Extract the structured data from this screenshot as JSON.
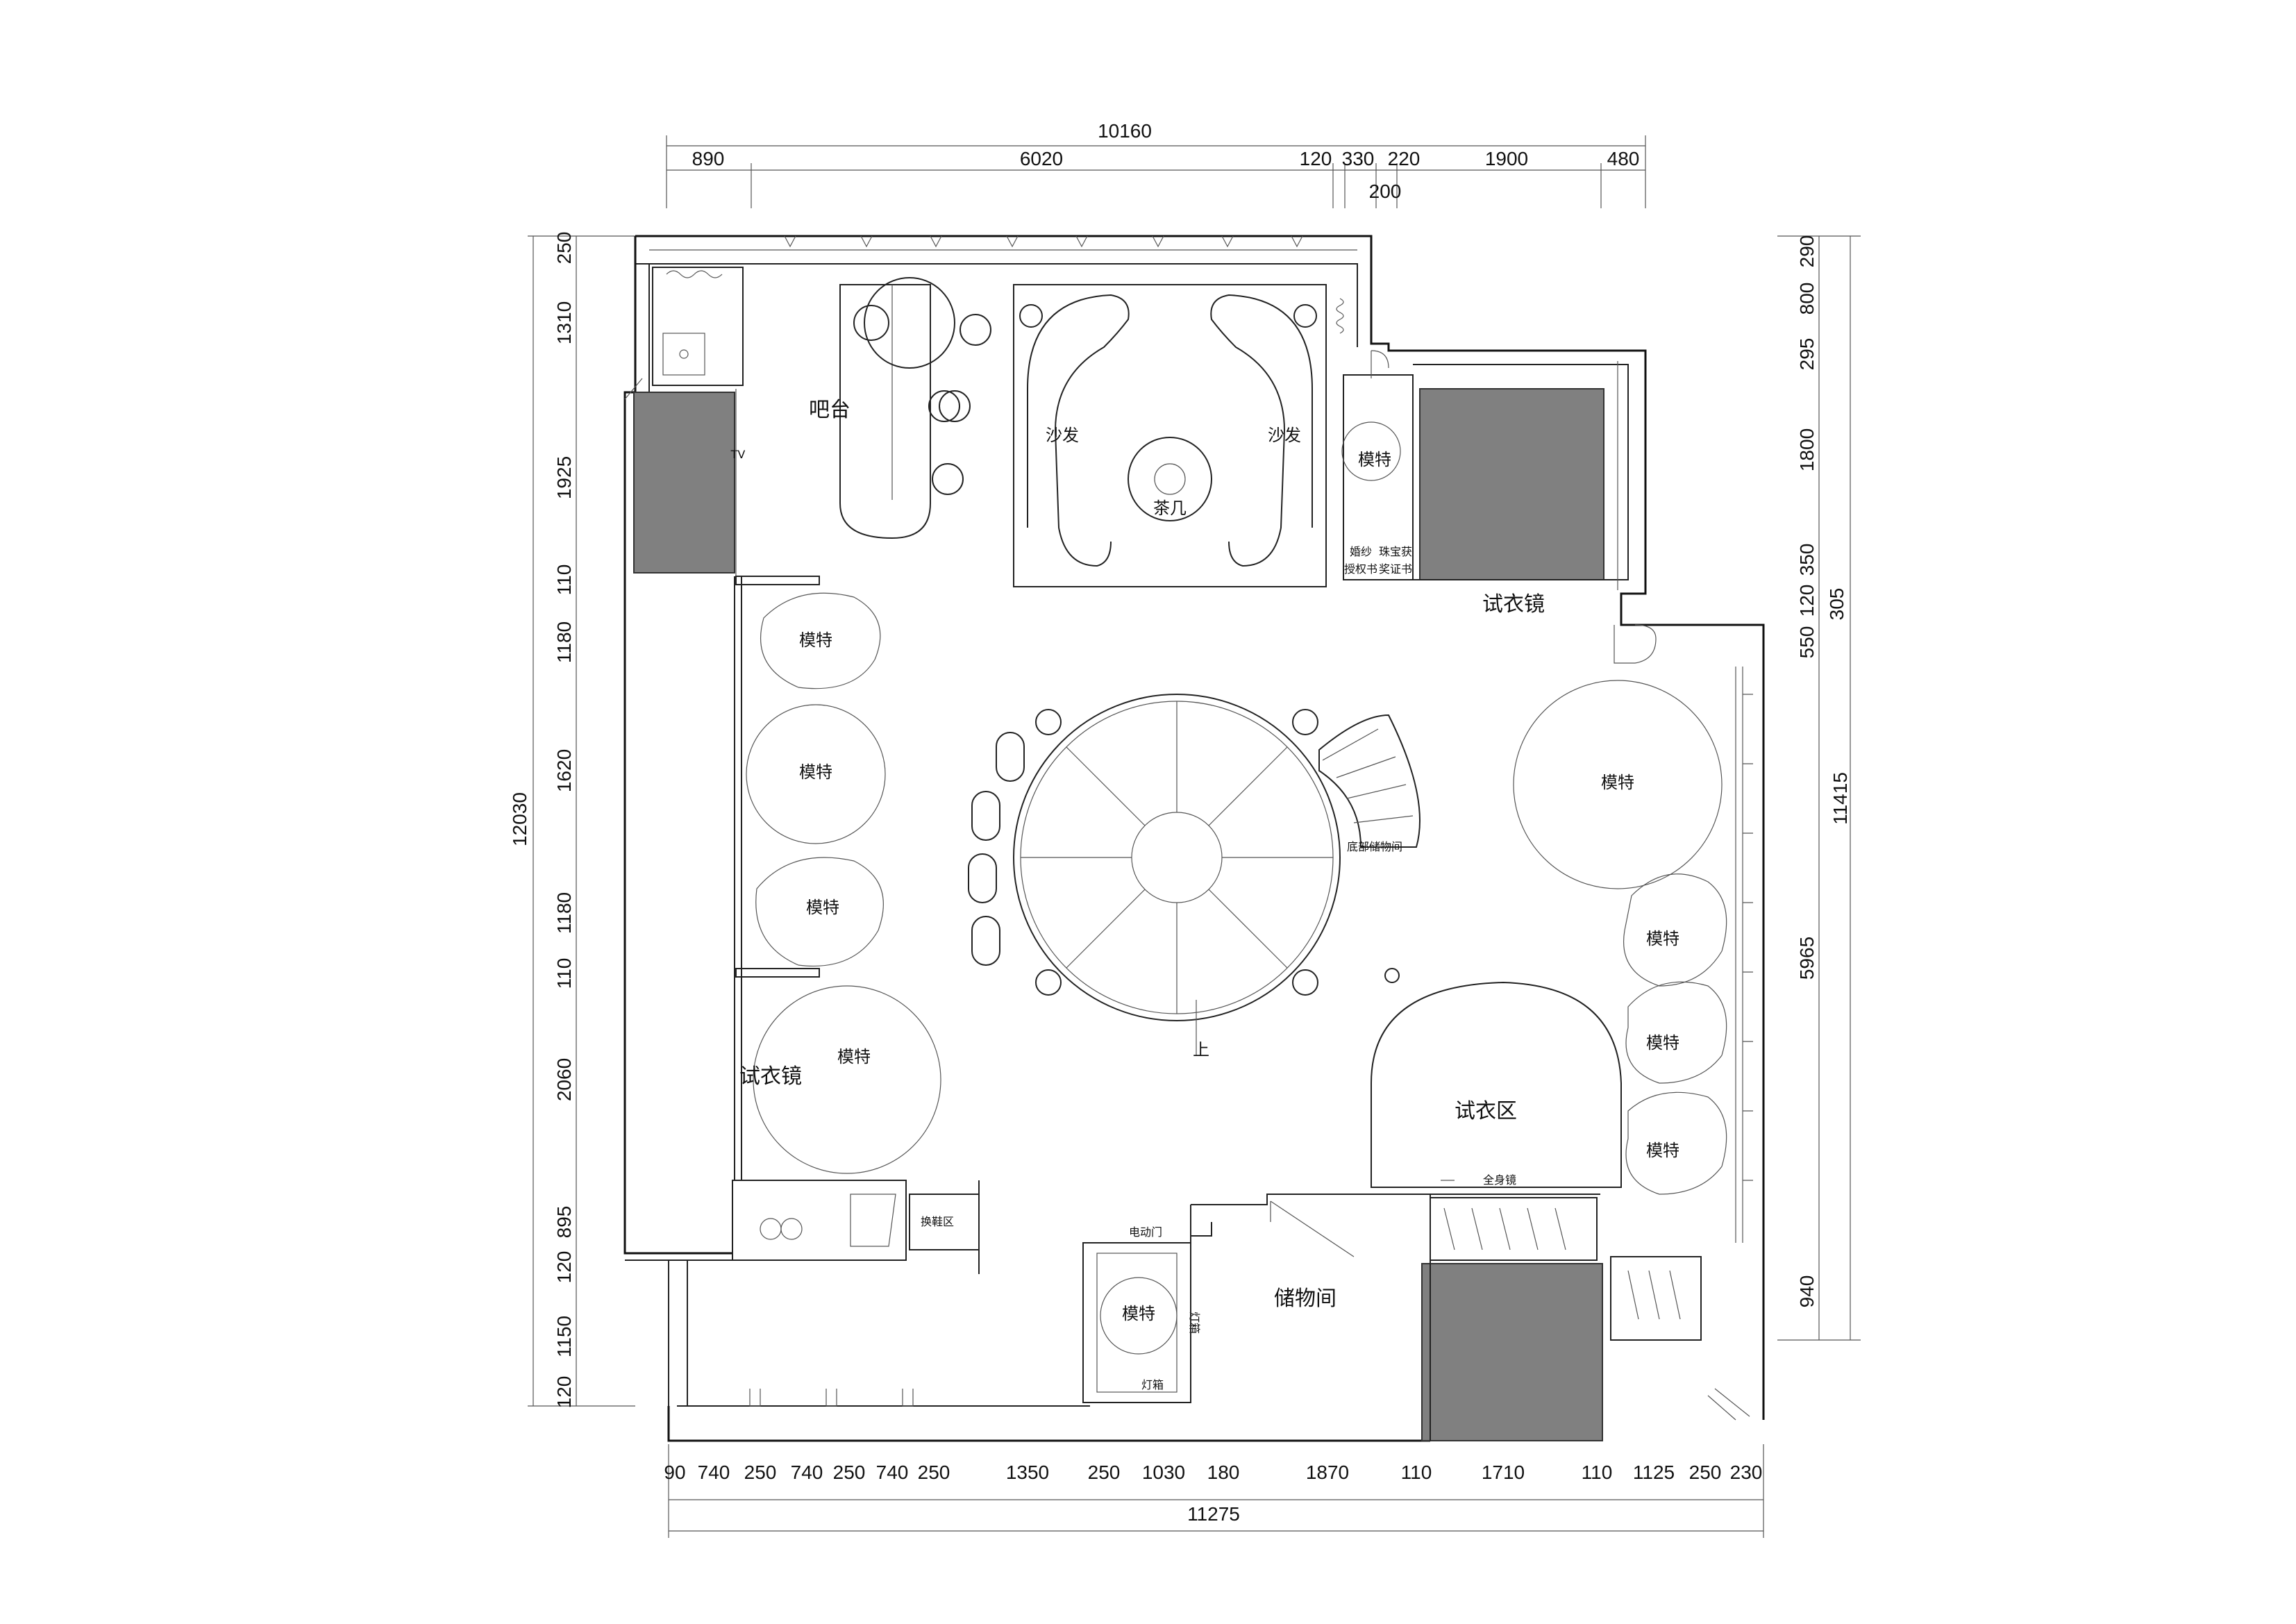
{
  "dimensions": {
    "top_total": "10160",
    "top": [
      "890",
      "6020",
      "120",
      "330",
      "220",
      "1900",
      "480"
    ],
    "top_sub": "200",
    "bottom_total": "11275",
    "bottom": [
      "90",
      "740",
      "250",
      "740",
      "250",
      "740",
      "250",
      "1350",
      "250",
      "1030",
      "180",
      "1870",
      "110",
      "1710",
      "110",
      "1125",
      "250",
      "230"
    ],
    "left_total": "12030",
    "left": [
      "250",
      "1310",
      "1925",
      "110",
      "1180",
      "1620",
      "1180",
      "110",
      "2060",
      "895",
      "120",
      "1150",
      "120"
    ],
    "right_total": "11415",
    "right": [
      "290",
      "800",
      "295",
      "1800",
      "350",
      "120",
      "550",
      "5965",
      "940"
    ],
    "right_sub": "305"
  },
  "labels": {
    "bar": "吧台",
    "sofa": "沙发",
    "tea_table": "茶几",
    "mannequin": "模特",
    "fitting_mirror": "试衣镜",
    "fitting_area": "试衣区",
    "storage_room": "储物间",
    "shoe_change": "换鞋区",
    "auto_door": "电动门",
    "full_mirror": "全身镜",
    "stair_storage": "底部储物间",
    "up": "上",
    "tv": "TV",
    "light_box": "灯箱",
    "light_box_v": "灯\n箱",
    "cert_left_1": "婚纱",
    "cert_left_2": "授权书",
    "cert_right_1": "珠宝获",
    "cert_right_2": "奖证书"
  },
  "colors": {
    "line": "#222222",
    "block_fill": "#808080",
    "background": "#ffffff"
  }
}
